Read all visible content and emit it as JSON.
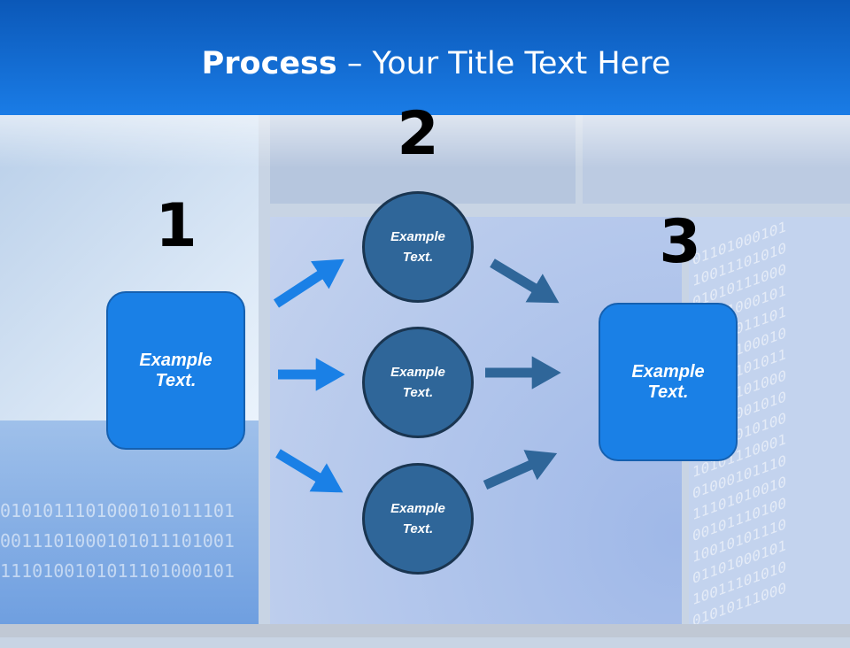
{
  "title": {
    "bold": "Process",
    "rest": " – Your Title Text Here"
  },
  "steps": [
    {
      "number": "1",
      "text_line1": "Example",
      "text_line2": "Text."
    },
    {
      "number": "2"
    },
    {
      "number": "3",
      "text_line1": "Example",
      "text_line2": "Text."
    }
  ],
  "circles": [
    {
      "text_line1": "Example",
      "text_line2": "Text."
    },
    {
      "text_line1": "Example",
      "text_line2": "Text."
    },
    {
      "text_line1": "Example",
      "text_line2": "Text."
    }
  ],
  "colors": {
    "header": "#1a7ce6",
    "box": "#1a80e6",
    "circle": "#2f6699",
    "arrow_in": "#1a80e6",
    "arrow_out": "#2f6699"
  }
}
